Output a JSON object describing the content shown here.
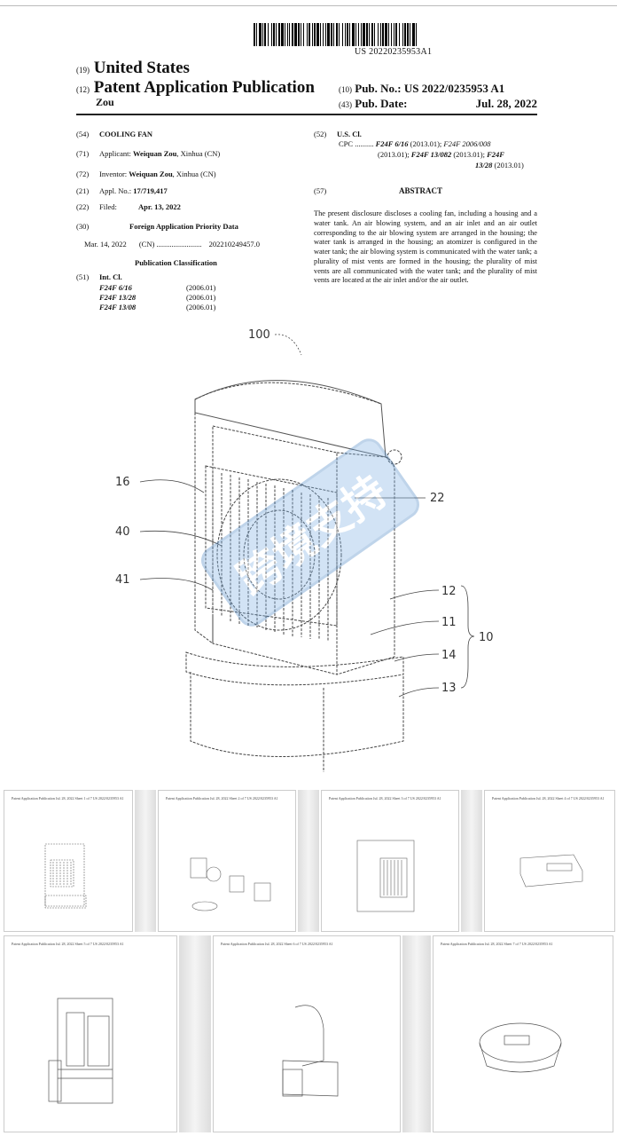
{
  "barcode_number": "US 20220235953A1",
  "header": {
    "country_code": "(19)",
    "country": "United States",
    "type_code": "(12)",
    "type": "Patent Application Publication",
    "inventor_short": "Zou",
    "pub_no_code": "(10)",
    "pub_no_label": "Pub. No.:",
    "pub_no": "US 2022/0235953 A1",
    "pub_date_code": "(43)",
    "pub_date_label": "Pub. Date:",
    "pub_date": "Jul. 28, 2022"
  },
  "left_fields": {
    "title_code": "(54)",
    "title": "COOLING FAN",
    "applicant_code": "(71)",
    "applicant_label": "Applicant:",
    "applicant_name": "Weiquan Zou",
    "applicant_loc": ", Xinhua (CN)",
    "inventor_code": "(72)",
    "inventor_label": "Inventor:",
    "inventor_name": "Weiquan Zou",
    "inventor_loc": ", Xinhua (CN)",
    "appl_code": "(21)",
    "appl_label": "Appl. No.:",
    "appl_no": "17/719,417",
    "filed_code": "(22)",
    "filed_label": "Filed:",
    "filed_date": "Apr. 13, 2022",
    "priority_code": "(30)",
    "priority_title": "Foreign Application Priority Data",
    "priority_date": "Mar. 14, 2022",
    "priority_country": "(CN)",
    "priority_dots": "........................",
    "priority_no": "202210249457.0",
    "pub_class_title": "Publication Classification",
    "intcl_code": "(51)",
    "intcl_label": "Int. Cl.",
    "classes": [
      {
        "code": "F24F 6/16",
        "year": "(2006.01)"
      },
      {
        "code": "F24F 13/28",
        "year": "(2006.01)"
      },
      {
        "code": "F24F 13/08",
        "year": "(2006.01)"
      }
    ]
  },
  "right_fields": {
    "uscl_code": "(52)",
    "uscl_label": "U.S. Cl.",
    "cpc_label": "CPC",
    "cpc_dots": "..........",
    "cpc_line1a": "F24F 6/16",
    "cpc_line1b": " (2013.01); ",
    "cpc_line1c": "F24F 2006/008",
    "cpc_line2a": "(2013.01); ",
    "cpc_line2b": "F24F 13/082",
    "cpc_line2c": " (2013.01); ",
    "cpc_line2d": "F24F",
    "cpc_line3a": "13/28",
    "cpc_line3b": " (2013.01)",
    "abstract_code": "(57)",
    "abstract_title": "ABSTRACT",
    "abstract_text": "The present disclosure discloses a cooling fan, including a housing and a water tank. An air blowing system, and an air inlet and an air outlet corresponding to the air blowing system are arranged in the housing; the water tank is arranged in the housing; an atomizer is configured in the water tank; the air blowing system is communicated with the water tank; a plurality of mist vents are formed in the housing; the plurality of mist vents are all communicated with the water tank; and the plurality of mist vents are located at the air inlet and/or the air outlet."
  },
  "drawing_labels": {
    "ref100": "100",
    "ref16": "16",
    "ref40": "40",
    "ref41": "41",
    "ref22": "22",
    "ref12": "12",
    "ref11": "11",
    "ref10": "10",
    "ref14": "14",
    "ref13": "13"
  },
  "watermark": "跨境支持",
  "thumbs": [
    {
      "header": "Patent Application Publication    Jul. 28, 2022  Sheet 1 of 7    US 2022/0235953 A1"
    },
    {
      "header": "Patent Application Publication    Jul. 28, 2022  Sheet 2 of 7    US 2022/0235953 A1"
    },
    {
      "header": "Patent Application Publication    Jul. 28, 2022  Sheet 3 of 7    US 2022/0235953 A1"
    },
    {
      "header": "Patent Application Publication    Jul. 28, 2022  Sheet 4 of 7    US 2022/0235953 A1"
    },
    {
      "header": "Patent Application Publication    Jul. 28, 2022  Sheet 5 of 7    US 2022/0235953 A1"
    },
    {
      "header": "Patent Application Publication    Jul. 28, 2022  Sheet 6 of 7    US 2022/0235953 A1"
    },
    {
      "header": "Patent Application Publication    Jul. 28, 2022  Sheet 7 of 7    US 2022/0235953 A1"
    }
  ]
}
